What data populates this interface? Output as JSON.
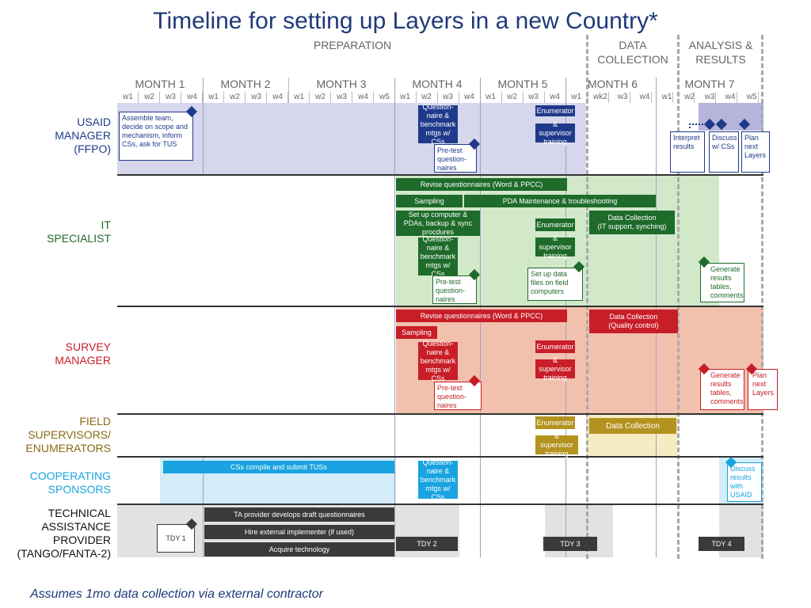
{
  "title": "Timeline for setting up Layers in a new Country*",
  "phases": {
    "preparation": "PREPARATION",
    "data_collection": "DATA\nCOLLECTION",
    "analysis": "ANALYSIS &\nRESULTS"
  },
  "months": [
    "MONTH 1",
    "MONTH 2",
    "MONTH 3",
    "MONTH 4",
    "MONTH 5",
    "MONTH 6",
    "MONTH 7"
  ],
  "weeks": [
    "w1",
    "w2",
    "w3",
    "w4",
    "w1",
    "w2",
    "w3",
    "w4",
    "w1",
    "w2",
    "w3",
    "w4",
    "w5",
    "w1",
    "w2",
    "w3",
    "w4",
    "w1",
    "w2",
    "w3",
    "w4",
    "w1",
    "wk2",
    "w3",
    "w4",
    "w1",
    "w2",
    "w3",
    "w4",
    "w5"
  ],
  "rows": {
    "usaid": "USAID\nMANAGER\n(FFPO)",
    "it": "IT\nSPECIALIST",
    "survey": "SURVEY\nMANAGER",
    "field": "FIELD\nSUPERVISORS/\nENUMERATORS",
    "coop": "COOPERATING\nSPONSORS",
    "tech": "TECHNICAL\nASSISTANCE\nPROVIDER\n(TANGO/FANTA-2)"
  },
  "usaid": {
    "assemble": "Assemble team,\ndecide on scope and\nmechanism, inform\nCSs, ask for TUS",
    "qmtg": "Question-\nnaire &\nbenchmark\nmtgs w/ CSs",
    "pretest": "Pre-test\nquestion-\nnaires",
    "enum": "Enumerator",
    "sup": "& supervisor\ntraining",
    "interpret": "Interpret\nresults",
    "discuss": "Discuss\nw/ CSs",
    "plan": "Plan\nnext\nLayers"
  },
  "it": {
    "revise": "Revise questionnaires (Word & PPCC)",
    "sampling": "Sampling",
    "pda": "PDA Maintenance & troubleshooting",
    "setup": "Set up computer &\nPDAs, backup & sync\nprocdures",
    "qmtg": "Question-\nnaire &\nbenchmark\nmtgs w/ CSs",
    "pretest": "Pre-test\nquestion-\nnaires",
    "enum": "Enumerator",
    "sup": "& supervisor\ntraining",
    "datafiles": "Set up data\nfiles on field\ncomputers",
    "dc": "Data Collection\n(IT support, synching)",
    "generate": "Generate\nresults\ntables,\ncomments"
  },
  "survey": {
    "revise": "Revise questionnaires (Word & PPCC)",
    "sampling": "Sampling",
    "qmtg": "Question-\nnaire &\nbenchmark\nmtgs w/ CSs",
    "pretest": "Pre-test\nquestion-\nnaires",
    "enum": "Enumerator",
    "sup": "& supervisor\ntraining",
    "dc": "Data Collection\n(Quality control)",
    "generate": "Generate\nresults\ntables,\ncomments",
    "plan": "Plan\nnext\nLayers"
  },
  "field": {
    "enum": "Enumerator",
    "sup": "& supervisor\ntraining",
    "dc": "Data Collection"
  },
  "coop": {
    "tus": "CSs compile and submit TUSs",
    "qmtg": "Question-\nnaire &\nbenchmark\nmtgs w/ CSs",
    "discuss": "Discuss\nresults\nwith\nUSAID"
  },
  "tech": {
    "tdy1": "TDY 1",
    "draft": "TA provider develops draft questionnaires",
    "hire": "Hire external implementer (if used)",
    "acquire": "Acquire technology",
    "tdy2": "TDY 2",
    "tdy3": "TDY 3",
    "tdy4": "TDY 4"
  },
  "footnote": "Assumes 1mo data collection via external contractor",
  "colors": {
    "usaid": "#1f3a8a",
    "usaid_bg": "#d6d6ec",
    "it": "#1e6b2a",
    "it_bg": "#d1e8c9",
    "survey": "#c81e28",
    "survey_bg": "#f2c1ae",
    "field": "#b3921f",
    "field_bg": "#f6ecc4",
    "coop": "#19a3e0",
    "coop_bg": "#d3ecf8",
    "tech": "#3a3a3a",
    "tech_bg": "#e2e2e2"
  }
}
